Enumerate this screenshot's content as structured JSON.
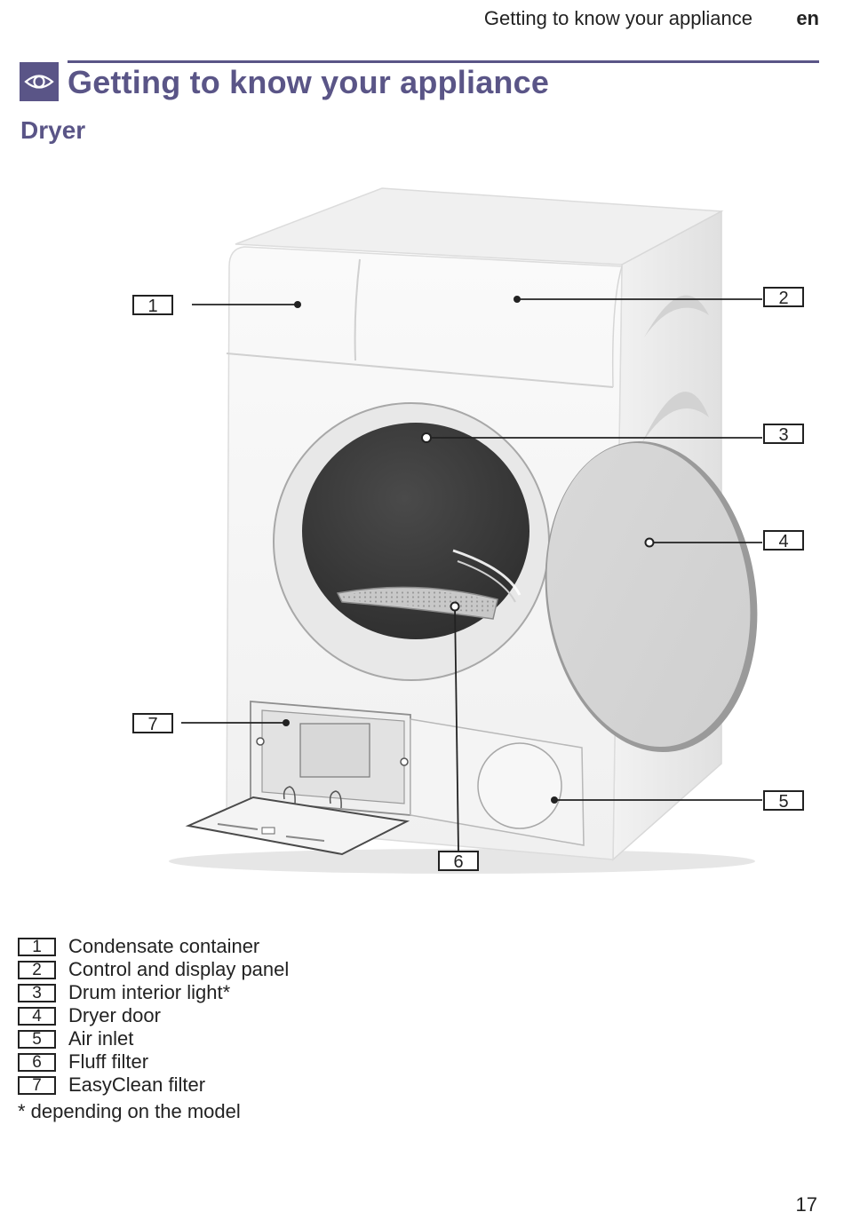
{
  "header": {
    "running_title": "Getting to know your appliance",
    "language": "en"
  },
  "section": {
    "icon": "eye-icon",
    "title": "Getting to know your appliance",
    "subtitle": "Dryer"
  },
  "callouts": [
    "1",
    "2",
    "3",
    "4",
    "5",
    "6",
    "7"
  ],
  "legend": [
    {
      "number": "1",
      "label": "Condensate container"
    },
    {
      "number": "2",
      "label": "Control and display panel"
    },
    {
      "number": "3",
      "label": "Drum interior light*"
    },
    {
      "number": "4",
      "label": "Dryer door"
    },
    {
      "number": "5",
      "label": "Air inlet"
    },
    {
      "number": "6",
      "label": "Fluff filter"
    },
    {
      "number": "7",
      "label": "EasyClean filter"
    }
  ],
  "footnote": "* depending on the model",
  "page_number": "17",
  "colors": {
    "accent": "#5a5587",
    "text": "#222222"
  }
}
